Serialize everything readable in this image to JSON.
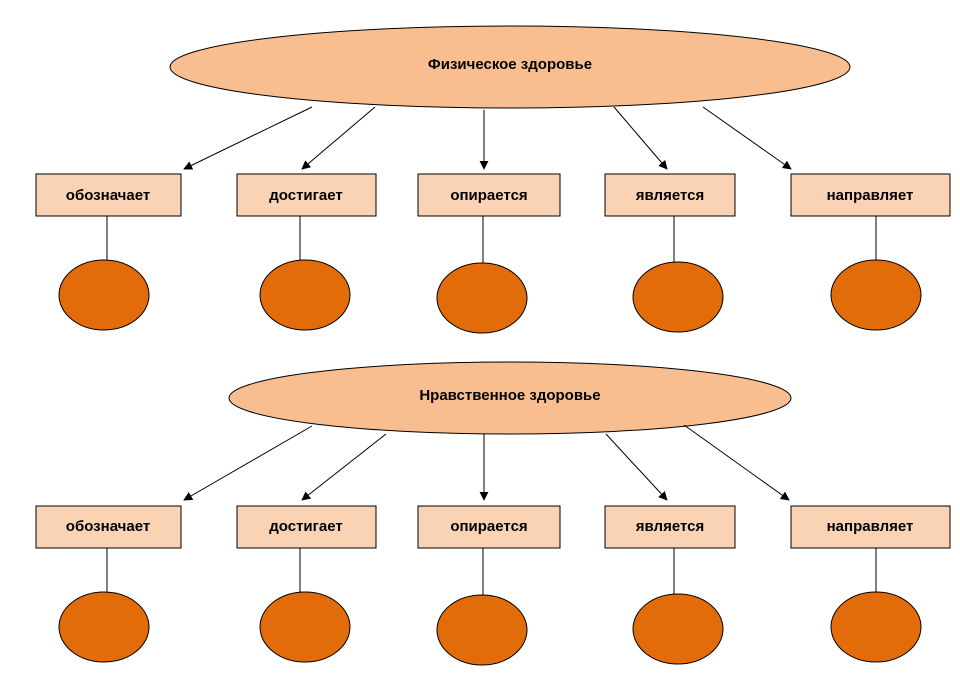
{
  "colors": {
    "ellipse_fill": "#f9be8f",
    "box_fill": "#fad3b5",
    "circle_fill": "#e36c0a",
    "stroke": "#000000"
  },
  "groups": [
    {
      "title": "Физическое здоровье",
      "boxes": [
        "обозначает",
        "достигает",
        "опирается",
        "является",
        "направляет"
      ]
    },
    {
      "title": "Нравственное здоровье",
      "boxes": [
        "обозначает",
        "достигает",
        "опирается",
        "является",
        "направляет"
      ]
    }
  ]
}
